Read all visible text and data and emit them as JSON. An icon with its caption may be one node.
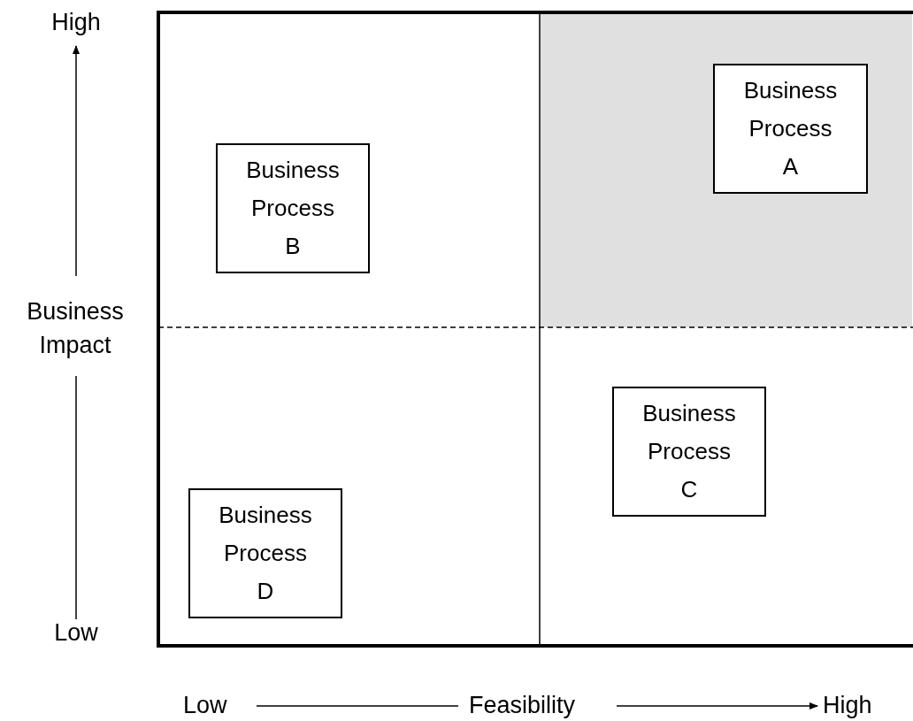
{
  "diagram": {
    "nodes": [
      {
        "text": [
          "Business Process A"
        ]
      },
      {
        "text": [
          "Business Process B"
        ]
      },
      {
        "text": [
          "Business Process C"
        ]
      },
      {
        "text": [
          "Business Process D"
        ]
      }
    ],
    "edges": [],
    "labels": [
      "High",
      "Business Impact",
      "Low",
      "Low",
      "Feasibility",
      "High"
    ]
  }
}
